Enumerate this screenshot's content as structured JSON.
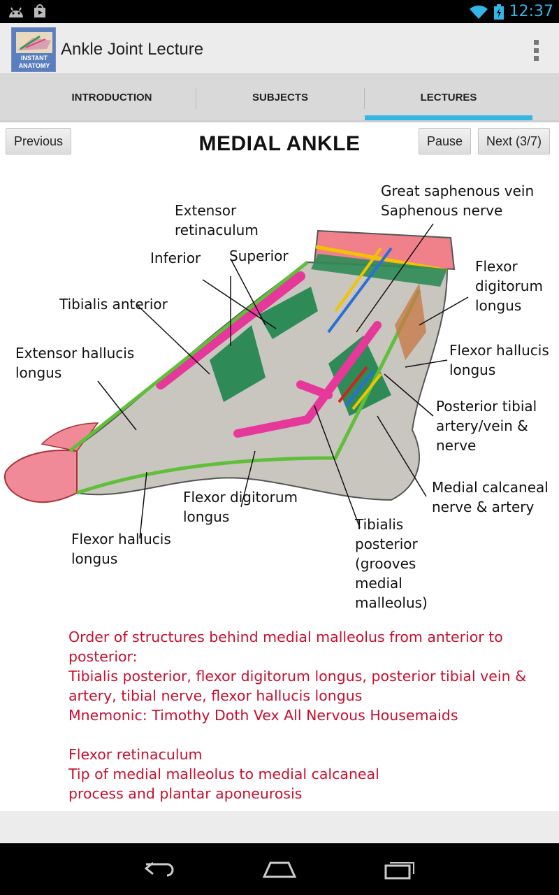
{
  "status": {
    "time": "12:37"
  },
  "action_bar": {
    "title": "Ankle Joint Lecture",
    "icon_text_line1": "INSTANT",
    "icon_text_line2": "ANATOMY"
  },
  "tabs": [
    {
      "label": "INTRODUCTION",
      "selected": false
    },
    {
      "label": "SUBJECTS",
      "selected": false
    },
    {
      "label": "LECTURES",
      "selected": true
    }
  ],
  "lecture": {
    "previous_label": "Previous",
    "title": "MEDIAL ANKLE",
    "pause_label": "Pause",
    "next_label": "Next (3/7)"
  },
  "diagram": {
    "labels": {
      "great_saphenous": "Great saphenous vein",
      "saphenous_nerve": "Saphenous nerve",
      "extensor_ret_1": "Extensor",
      "extensor_ret_2": "retinaculum",
      "inferior": "Inferior",
      "superior": "Superior",
      "tib_ant": "Tibialis anterior",
      "fdl_top_1": "Flexor",
      "fdl_top_2": "digitorum",
      "fdl_top_3": "longus",
      "ehl_1": "Extensor hallucis",
      "ehl_2": "longus",
      "fhl_right_1": "Flexor hallucis",
      "fhl_right_2": "longus",
      "ptav_1": "Posterior tibial",
      "ptav_2": "artery/vein &",
      "ptav_3": "nerve",
      "mcn_1": "Medial calcaneal",
      "mcn_2": "nerve & artery",
      "fdl_bottom_1": "Flexor digitorum",
      "fdl_bottom_2": "longus",
      "tp_1": "Tibialis",
      "tp_2": "posterior",
      "tp_3": "(grooves",
      "tp_4": "medial",
      "tp_5": "malleolus)",
      "fhl_bottom_1": "Flexor hallucis",
      "fhl_bottom_2": "longus"
    }
  },
  "notes": {
    "line1": "Order of structures behind medial malleolus from anterior to",
    "line2": "posterior:",
    "line3": "Tibialis posterior, flexor digitorum longus, posterior tibial vein &",
    "line4": "artery, tibial nerve, flexor hallucis longus",
    "line5": "Mnemonic: Timothy Doth Vex All Nervous Housemaids",
    "line6": "Flexor retinaculum",
    "line7": "Tip of medial malleolus to medial calcaneal",
    "line8": "process and plantar aponeurosis"
  },
  "colors": {
    "accent": "#33b5e5",
    "note_text": "#c8102e",
    "tendon_pink": "#e6379a",
    "retinaculum_green": "#2e8b57"
  }
}
